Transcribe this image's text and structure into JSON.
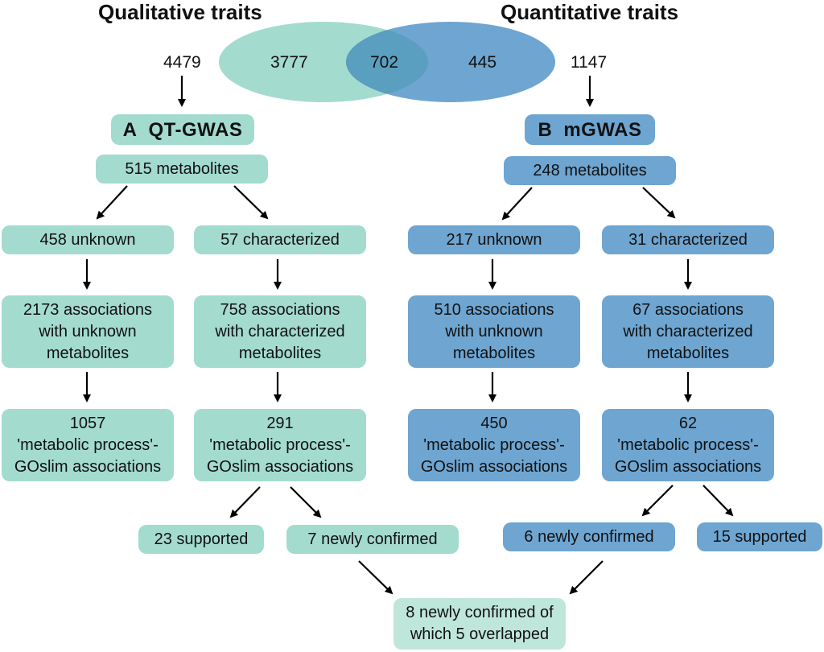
{
  "titles": {
    "left": "Qualitative traits",
    "right": "Quantitative traits"
  },
  "venn": {
    "left_only": "3777",
    "overlap": "702",
    "right_only": "445",
    "left_total": "4479",
    "right_total": "1147",
    "colors": {
      "left": "#a3dbcf",
      "right": "#6ea5d1",
      "overlap": "#5a9ec0"
    }
  },
  "panel_a": {
    "letter": "A",
    "name": "QT-GWAS",
    "metabolites": "515 metabolites",
    "unknown": "458 unknown",
    "characterized": "57 characterized",
    "assoc_unknown": [
      "2173 associations",
      "with unknown",
      "metabolites"
    ],
    "assoc_char": [
      "758 associations",
      "with characterized",
      "metabolites"
    ],
    "goslim_unknown": [
      "1057",
      "'metabolic process'-",
      "GOslim associations"
    ],
    "goslim_char": [
      "291",
      "'metabolic process'-",
      "GOslim associations"
    ],
    "supported": "23 supported",
    "newly": "7 newly confirmed"
  },
  "panel_b": {
    "letter": "B",
    "name": "mGWAS",
    "metabolites": "248 metabolites",
    "unknown": "217 unknown",
    "characterized": "31 characterized",
    "assoc_unknown": [
      "510 associations",
      "with unknown",
      "metabolites"
    ],
    "assoc_char": [
      "67 associations",
      "with characterized",
      "metabolites"
    ],
    "goslim_unknown": [
      "450",
      "'metabolic process'-",
      "GOslim associations"
    ],
    "goslim_char": [
      "62",
      "'metabolic process'-",
      "GOslim associations"
    ],
    "newly": "6 newly confirmed",
    "supported": "15 supported"
  },
  "final": [
    "8 newly confirmed of",
    "which 5 overlapped"
  ],
  "colors": {
    "teal": "#a3dbcf",
    "blue": "#6ea5d1",
    "final": "#bfe6db"
  }
}
